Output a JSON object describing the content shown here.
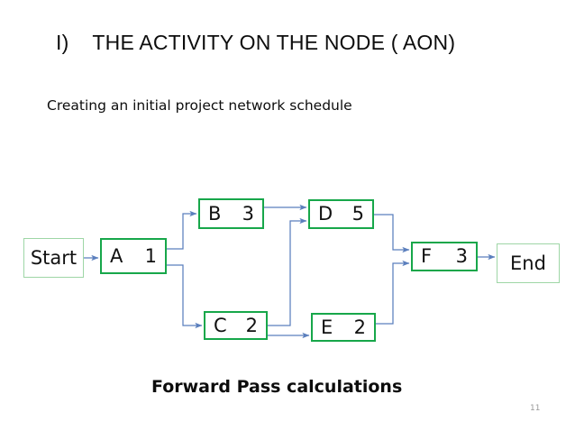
{
  "slide": {
    "title": "I)    THE ACTIVITY ON THE NODE ( AON)",
    "subtitle": "Creating an initial project network schedule",
    "caption": "Forward Pass calculations",
    "page_number": "11"
  },
  "colors": {
    "activity_border": "#17a74a",
    "terminal_border": "#9ed6a6",
    "connector": "#5b7fbd",
    "text": "#0d0d0d",
    "background": "#ffffff",
    "page_number": "#9a9a9a"
  },
  "diagram": {
    "type": "activity-on-node-network",
    "nodes": [
      {
        "id": "start",
        "label": "Start",
        "duration": "",
        "kind": "terminal"
      },
      {
        "id": "a",
        "label": "A",
        "duration": "1",
        "kind": "activity"
      },
      {
        "id": "b",
        "label": "B",
        "duration": "3",
        "kind": "activity"
      },
      {
        "id": "c",
        "label": "C",
        "duration": "2",
        "kind": "activity"
      },
      {
        "id": "d",
        "label": "D",
        "duration": "5",
        "kind": "activity"
      },
      {
        "id": "e",
        "label": "E",
        "duration": "2",
        "kind": "activity"
      },
      {
        "id": "f",
        "label": "F",
        "duration": "3",
        "kind": "activity"
      },
      {
        "id": "end",
        "label": "End",
        "duration": "",
        "kind": "terminal"
      }
    ],
    "edges": [
      {
        "from": "start",
        "to": "a"
      },
      {
        "from": "a",
        "to": "b"
      },
      {
        "from": "a",
        "to": "c"
      },
      {
        "from": "b",
        "to": "d"
      },
      {
        "from": "c",
        "to": "d"
      },
      {
        "from": "c",
        "to": "e"
      },
      {
        "from": "d",
        "to": "f"
      },
      {
        "from": "e",
        "to": "f"
      },
      {
        "from": "f",
        "to": "end"
      }
    ]
  }
}
